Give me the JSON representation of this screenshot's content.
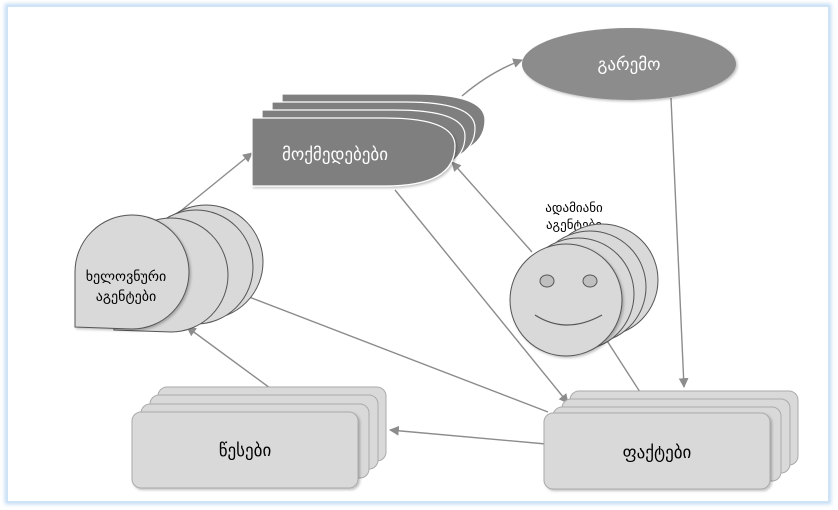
{
  "nodes": {
    "environment": "გარემო",
    "actions": "მოქმედებები",
    "human_agents_line1": "ადამიანი",
    "human_agents_line2": "აგენტები",
    "artificial_agents_line1": "ხელოვნური",
    "artificial_agents_line2": "აგენტები",
    "rules": "წესები",
    "facts": "ფაქტები"
  },
  "colors": {
    "dark_node": "#7f7f7f",
    "light_node": "#d9d9d9",
    "arrow": "#8c8c8c",
    "frame": "#cfe3f7"
  }
}
